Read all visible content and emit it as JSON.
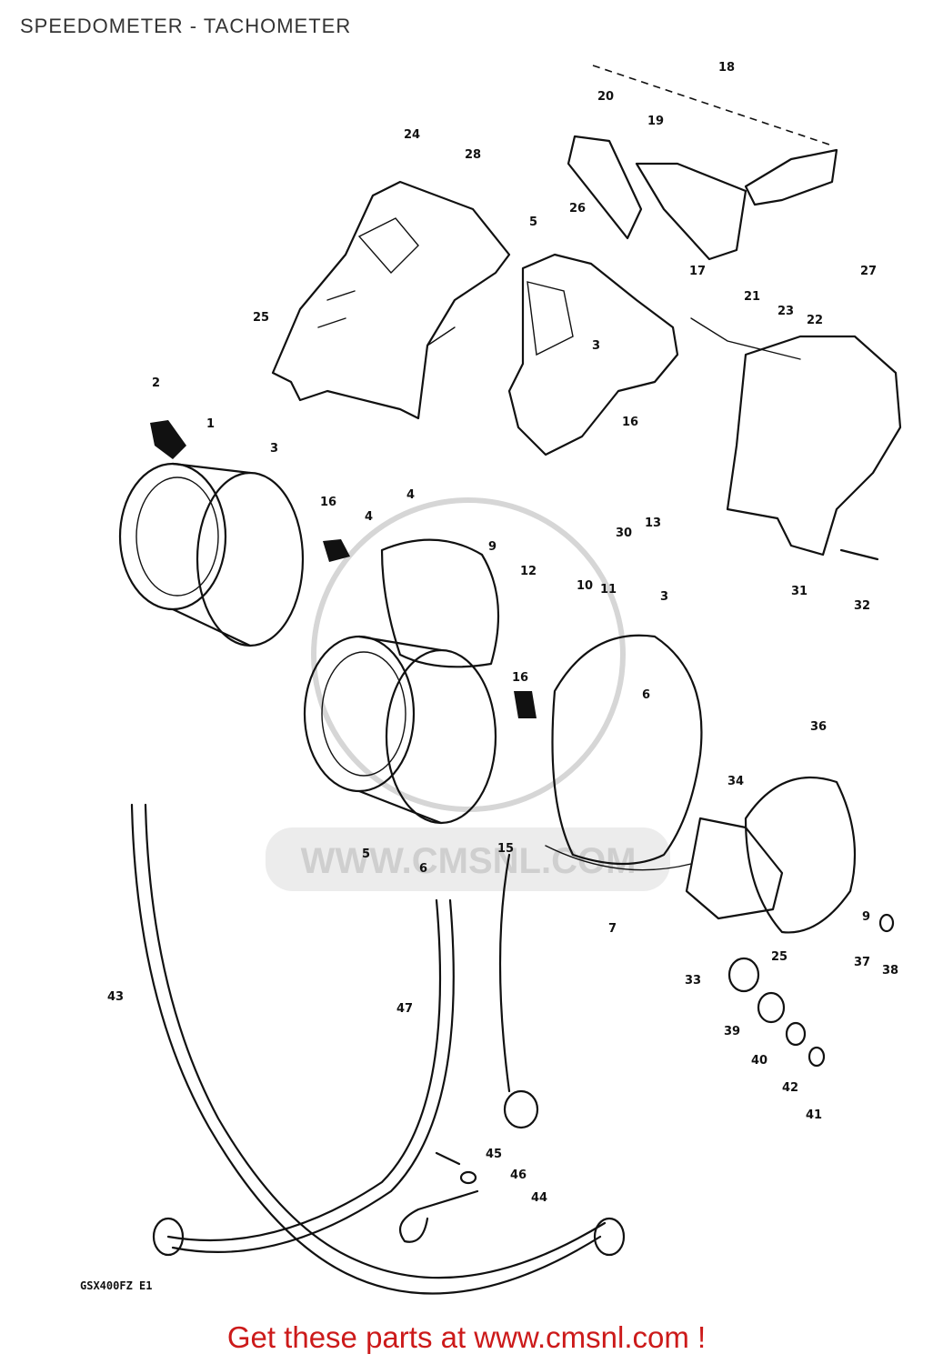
{
  "page": {
    "title": "SPEEDOMETER - TACHOMETER",
    "diagram_code": "GSX400FZ E1",
    "footer": "Get these parts at www.cmsnl.com !",
    "watermark": "WWW.CMSNL.COM"
  },
  "callouts": [
    "18",
    "20",
    "19",
    "24",
    "28",
    "26",
    "5",
    "17",
    "21",
    "23",
    "22",
    "27",
    "25",
    "3",
    "16",
    "2",
    "1",
    "3",
    "16",
    "4",
    "4",
    "9",
    "12",
    "10",
    "11",
    "30",
    "13",
    "3",
    "31",
    "32",
    "16",
    "6",
    "36",
    "34",
    "5",
    "6",
    "15",
    "7",
    "9",
    "25",
    "37",
    "38",
    "33",
    "39",
    "40",
    "42",
    "41",
    "43",
    "47",
    "45",
    "46",
    "44"
  ],
  "colors": {
    "ink": "#111111",
    "footer": "#cc1a1a",
    "watermark": "#cfcfcf"
  }
}
